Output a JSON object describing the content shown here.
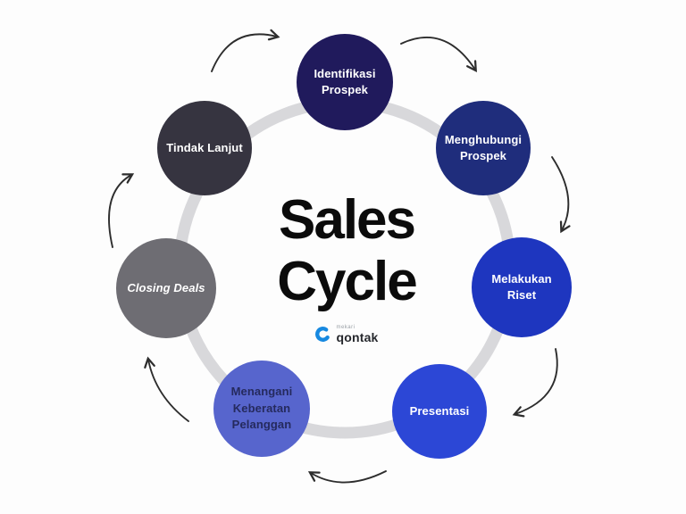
{
  "title": "Sales Cycle",
  "logo": {
    "brand_small": "mekari",
    "brand_main": "qontak",
    "icon_color": "#1789e0"
  },
  "diagram": {
    "type": "cycle",
    "ring_color": "#d8d8db",
    "arrow_color": "#2d2d2d",
    "direction": "clockwise"
  },
  "steps": [
    {
      "label": "Identifikasi Prospek",
      "bg": "#201a5c",
      "text_color": "#ffffff",
      "position": "top"
    },
    {
      "label": "Menghubungi Prospek",
      "bg": "#1f2d7c",
      "text_color": "#ffffff",
      "position": "top-right"
    },
    {
      "label": "Melakukan Riset",
      "bg": "#1e36bf",
      "text_color": "#ffffff",
      "position": "right"
    },
    {
      "label": "Presentasi",
      "bg": "#2c47d6",
      "text_color": "#ffffff",
      "position": "bottom-right"
    },
    {
      "label": "Menangani Keberatan Pelanggan",
      "bg": "#5765cd",
      "text_color": "#252a5e",
      "position": "bottom-left"
    },
    {
      "label": "Closing Deals",
      "bg": "#6e6d73",
      "text_color": "#ffffff",
      "position": "left"
    },
    {
      "label": "Tindak Lanjut",
      "bg": "#363440",
      "text_color": "#ffffff",
      "position": "top-left"
    }
  ]
}
